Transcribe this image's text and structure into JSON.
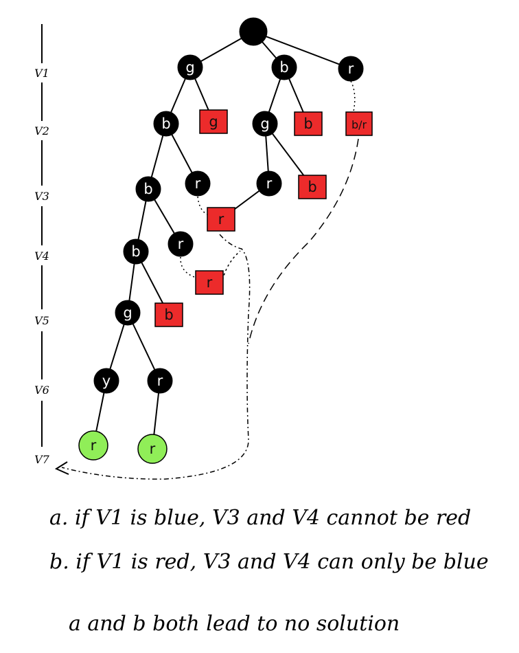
{
  "colors": {
    "ink": "#000000",
    "node_fill": "#000000",
    "node_text": "#ffffff",
    "fail_fill": "#ec2b2b",
    "fail_text": "#111111",
    "solution_fill": "#90ee58",
    "solution_text": "#111111"
  },
  "levels": [
    "V1",
    "V2",
    "V3",
    "V4",
    "V5",
    "V6",
    "V7"
  ],
  "tree": {
    "root": "",
    "nodes": [
      {
        "id": "n-g1",
        "label": "g",
        "kind": "node"
      },
      {
        "id": "n-b1",
        "label": "b",
        "kind": "node"
      },
      {
        "id": "n-r1",
        "label": "r",
        "kind": "node"
      },
      {
        "id": "n-b2",
        "label": "b",
        "kind": "node"
      },
      {
        "id": "f-g2",
        "label": "g",
        "kind": "fail"
      },
      {
        "id": "n-g2",
        "label": "g",
        "kind": "node"
      },
      {
        "id": "f-b2",
        "label": "b",
        "kind": "fail"
      },
      {
        "id": "f-br2",
        "label": "b/r",
        "kind": "fail"
      },
      {
        "id": "n-b3",
        "label": "b",
        "kind": "node"
      },
      {
        "id": "n-r3a",
        "label": "r",
        "kind": "node"
      },
      {
        "id": "n-r3b",
        "label": "r",
        "kind": "node"
      },
      {
        "id": "f-b3",
        "label": "b",
        "kind": "fail"
      },
      {
        "id": "f-r3",
        "label": "r",
        "kind": "fail"
      },
      {
        "id": "n-b4",
        "label": "b",
        "kind": "node"
      },
      {
        "id": "n-r4",
        "label": "r",
        "kind": "node"
      },
      {
        "id": "f-r4",
        "label": "r",
        "kind": "fail"
      },
      {
        "id": "n-g5",
        "label": "g",
        "kind": "node"
      },
      {
        "id": "f-b5",
        "label": "b",
        "kind": "fail"
      },
      {
        "id": "n-y6",
        "label": "y",
        "kind": "node"
      },
      {
        "id": "n-r6",
        "label": "r",
        "kind": "node"
      },
      {
        "id": "s-r7a",
        "label": "r",
        "kind": "solution"
      },
      {
        "id": "s-r7b",
        "label": "r",
        "kind": "solution"
      }
    ]
  },
  "notes": {
    "a": "a. if V1 is blue, V3 and V4 cannot be red",
    "b": "b. if V1 is red, V3 and V4 can only be blue",
    "conclusion": "a and b both lead to no solution"
  }
}
